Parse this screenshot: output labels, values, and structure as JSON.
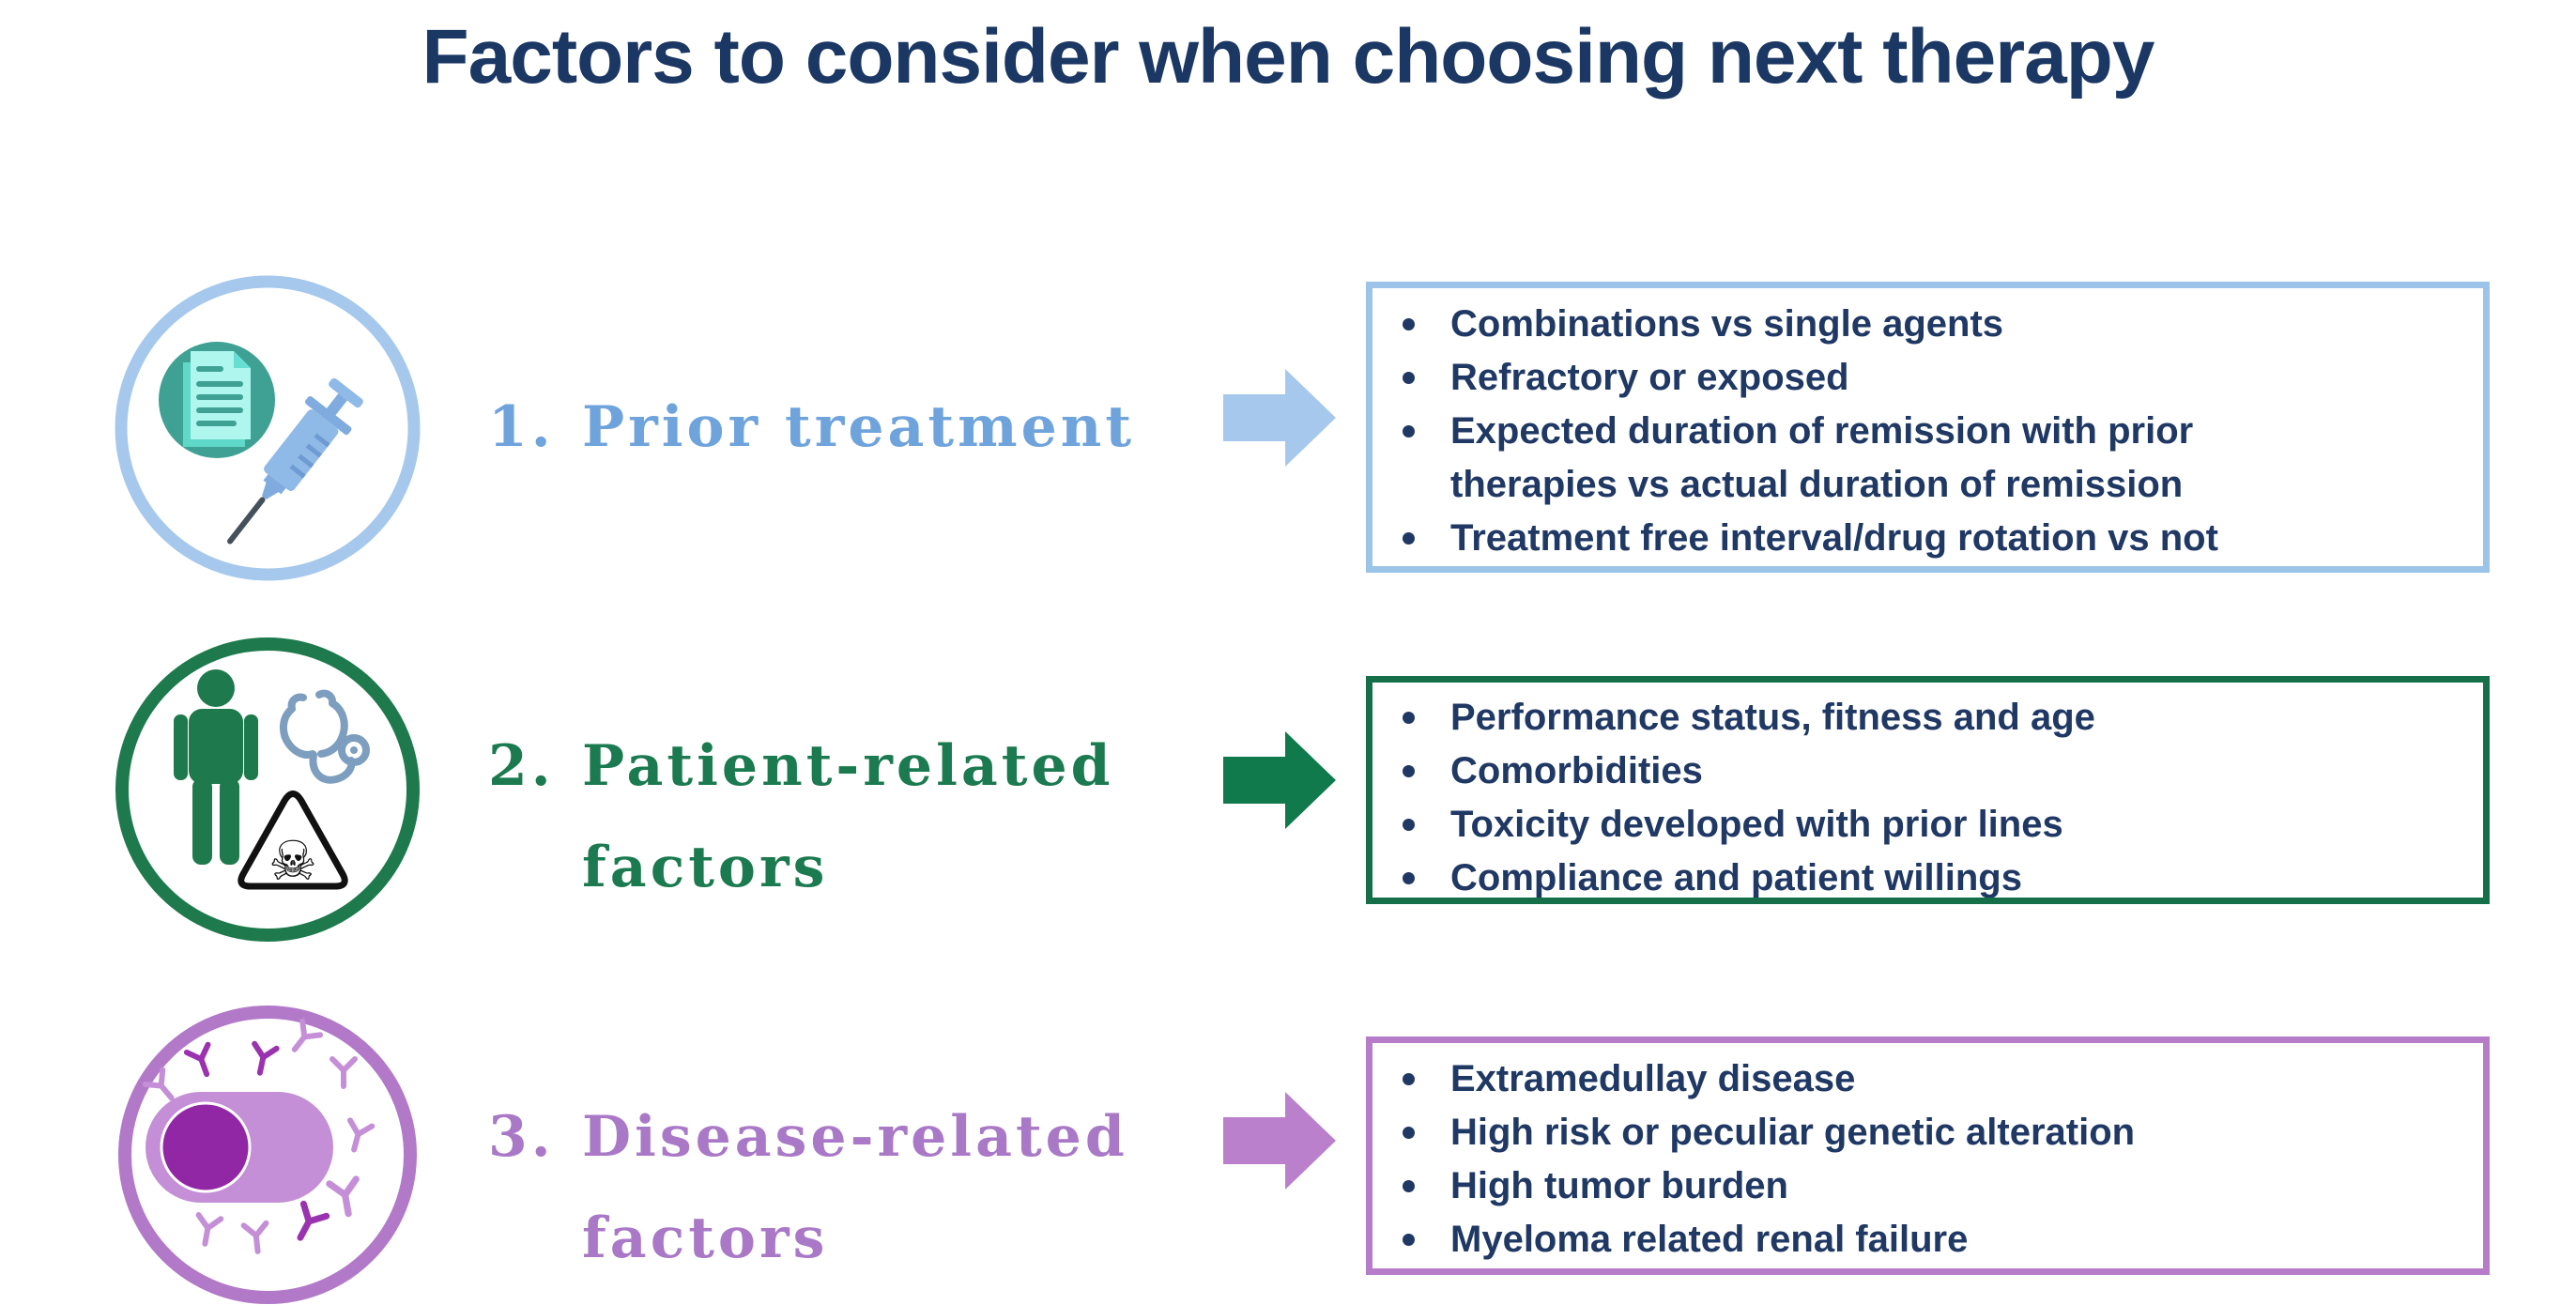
{
  "title": "Factors to consider when choosing next therapy",
  "colors": {
    "title": "#1B3764",
    "bullet_text": "#1F3864",
    "background": "#FFFFFF"
  },
  "icons": {
    "row1": "documents-and-syringe-icon",
    "row2": "patient-stethoscope-toxicity-icon",
    "row3": "plasma-cell-antibodies-icon",
    "skull_glyph": "☠"
  },
  "rows": [
    {
      "number": "1.",
      "label": "Prior treatment",
      "colors": {
        "label": "#6FA3DC",
        "arrow": "#A5C8EC",
        "border": "#9CC3E8"
      },
      "bullets": [
        "Combinations vs single agents",
        "Refractory or exposed",
        "Expected duration of remission with prior\ntherapies vs actual duration of remission",
        "Treatment free interval/drug rotation vs not"
      ]
    },
    {
      "number": "2.",
      "label": "Patient-related factors",
      "colors": {
        "label": "#1B7A4F",
        "arrow": "#117A4C",
        "border": "#156F49"
      },
      "bullets": [
        "Performance status, fitness and age",
        "Comorbidities",
        "Toxicity developed with prior lines",
        "Compliance and patient willings"
      ]
    },
    {
      "number": "3.",
      "label": "Disease-related factors",
      "colors": {
        "label": "#A978C6",
        "arrow": "#BA80CC",
        "border": "#B67CCA"
      },
      "bullets": [
        "Extramedullay disease",
        "High risk or peculiar genetic alteration",
        "High tumor burden",
        "Myeloma related renal failure"
      ]
    }
  ]
}
